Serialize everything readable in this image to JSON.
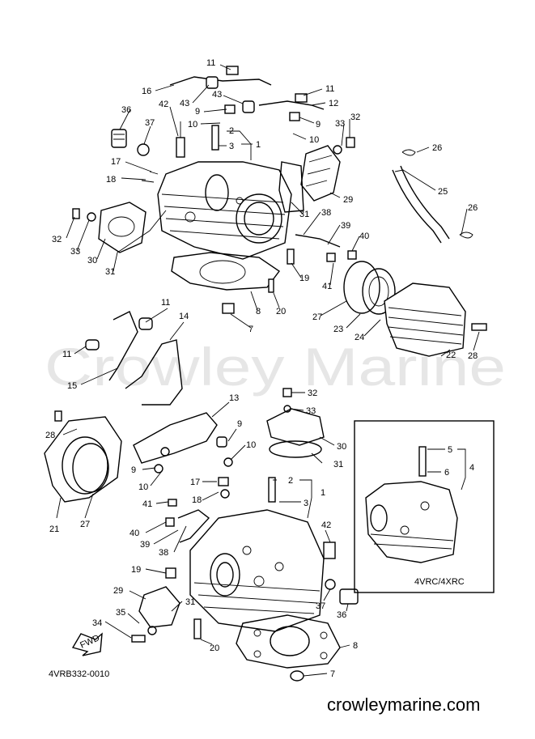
{
  "watermark": "Crowley Marine",
  "diagram_code": "4VRB332-0010",
  "website": "crowleymarine.com",
  "inset_label": "4VRC/4XRC",
  "fwd_label": "FWD",
  "callouts": [
    {
      "id": "t11a",
      "text": "11"
    },
    {
      "id": "t16",
      "text": "16"
    },
    {
      "id": "t43a",
      "text": "43"
    },
    {
      "id": "t43b",
      "text": "43"
    },
    {
      "id": "t11b",
      "text": "11"
    },
    {
      "id": "t12",
      "text": "12"
    },
    {
      "id": "t36a",
      "text": "36"
    },
    {
      "id": "t42a",
      "text": "42"
    },
    {
      "id": "t9a",
      "text": "9"
    },
    {
      "id": "t9b",
      "text": "9"
    },
    {
      "id": "t10a",
      "text": "10"
    },
    {
      "id": "t10b",
      "text": "10"
    },
    {
      "id": "t2a",
      "text": "2"
    },
    {
      "id": "t3a",
      "text": "3"
    },
    {
      "id": "t1a",
      "text": "1"
    },
    {
      "id": "t37a",
      "text": "37"
    },
    {
      "id": "t33a",
      "text": "33"
    },
    {
      "id": "t32a",
      "text": "32"
    },
    {
      "id": "t26a",
      "text": "26"
    },
    {
      "id": "t17a",
      "text": "17"
    },
    {
      "id": "t18a",
      "text": "18"
    },
    {
      "id": "t29a",
      "text": "29"
    },
    {
      "id": "t25",
      "text": "25"
    },
    {
      "id": "t26b",
      "text": "26"
    },
    {
      "id": "t31a",
      "text": "31"
    },
    {
      "id": "t38a",
      "text": "38"
    },
    {
      "id": "t39a",
      "text": "39"
    },
    {
      "id": "t40a",
      "text": "40"
    },
    {
      "id": "t32b",
      "text": "32"
    },
    {
      "id": "t33b",
      "text": "33"
    },
    {
      "id": "t30a",
      "text": "30"
    },
    {
      "id": "t31b",
      "text": "31"
    },
    {
      "id": "t19a",
      "text": "19"
    },
    {
      "id": "t41a",
      "text": "41"
    },
    {
      "id": "t20a",
      "text": "20"
    },
    {
      "id": "t8a",
      "text": "8"
    },
    {
      "id": "t27a",
      "text": "27"
    },
    {
      "id": "t23",
      "text": "23"
    },
    {
      "id": "t24",
      "text": "24"
    },
    {
      "id": "t7a",
      "text": "7"
    },
    {
      "id": "t28a",
      "text": "28"
    },
    {
      "id": "t22",
      "text": "22"
    },
    {
      "id": "t11c",
      "text": "11"
    },
    {
      "id": "t14",
      "text": "14"
    },
    {
      "id": "t11d",
      "text": "11"
    },
    {
      "id": "t15",
      "text": "15"
    },
    {
      "id": "t32c",
      "text": "32"
    },
    {
      "id": "t13",
      "text": "13"
    },
    {
      "id": "t33c",
      "text": "33"
    },
    {
      "id": "t9c",
      "text": "9"
    },
    {
      "id": "t10c",
      "text": "10"
    },
    {
      "id": "t30b",
      "text": "30"
    },
    {
      "id": "t28b",
      "text": "28"
    },
    {
      "id": "t31c",
      "text": "31"
    },
    {
      "id": "t9d",
      "text": "9"
    },
    {
      "id": "t10d",
      "text": "10"
    },
    {
      "id": "t5",
      "text": "5"
    },
    {
      "id": "t6",
      "text": "6"
    },
    {
      "id": "t4",
      "text": "4"
    },
    {
      "id": "t17b",
      "text": "17"
    },
    {
      "id": "t2b",
      "text": "2"
    },
    {
      "id": "t18b",
      "text": "18"
    },
    {
      "id": "t1b",
      "text": "1"
    },
    {
      "id": "t3b",
      "text": "3"
    },
    {
      "id": "t41b",
      "text": "41"
    },
    {
      "id": "t21",
      "text": "21"
    },
    {
      "id": "t27b",
      "text": "27"
    },
    {
      "id": "t40b",
      "text": "40"
    },
    {
      "id": "t39b",
      "text": "39"
    },
    {
      "id": "t42b",
      "text": "42"
    },
    {
      "id": "t38b",
      "text": "38"
    },
    {
      "id": "t19b",
      "text": "19"
    },
    {
      "id": "t29b",
      "text": "29"
    },
    {
      "id": "t31d",
      "text": "31"
    },
    {
      "id": "t37b",
      "text": "37"
    },
    {
      "id": "t35",
      "text": "35"
    },
    {
      "id": "t36b",
      "text": "36"
    },
    {
      "id": "t34",
      "text": "34"
    },
    {
      "id": "t8b",
      "text": "8"
    },
    {
      "id": "t20b",
      "text": "20"
    },
    {
      "id": "t7b",
      "text": "7"
    }
  ]
}
